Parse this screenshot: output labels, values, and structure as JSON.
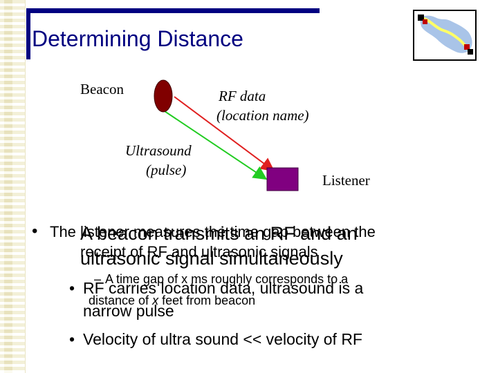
{
  "slide": {
    "title": "Determining Distance",
    "diagram": {
      "beacon_label": "Beacon",
      "rf_label_line1": "RF data",
      "rf_label_line2": "(location name)",
      "ultra_label_line1": "Ultrasound",
      "ultra_label_line2": "(pulse)",
      "listener_label": "Listener"
    },
    "bullets_layer_a": {
      "bullet1_line1": "The listener measures the time gap between the",
      "bullet1_line2": "receipt of RF and ultrasonic signals",
      "sub1_line1": "A time gap of x ms roughly corresponds to a",
      "sub1_line2_part1": "distance of ",
      "sub1_line2_var": "x",
      "sub1_line2_part2": " feet from beacon"
    },
    "bullets_layer_b": {
      "bullet1_line1": "A beacon transmits an RF and an",
      "bullet1_line2": "ultrasonic signal simultaneously",
      "sub1_line1": "RF carries location data, ultrasound is a",
      "sub1_line2": "narrow pulse",
      "sub2": "Velocity of ultra sound  << velocity of RF"
    },
    "bullet_marker": "•",
    "sub_marker_dash": "–",
    "colors": {
      "title": "#000080",
      "rule": "#000080",
      "beacon": "#800000",
      "listener": "#800080",
      "rf_arrow": "#e02020",
      "ultrasound_arrow": "#22cc22"
    }
  }
}
